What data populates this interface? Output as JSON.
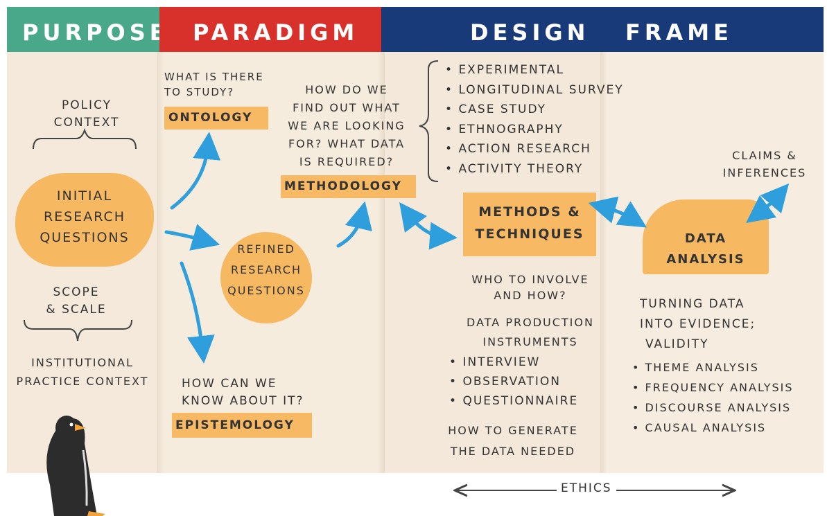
{
  "headers": {
    "purpose": "PURPOSE",
    "paradigm": "PARADIGM",
    "design": "DESIGN",
    "frame": "FRAME"
  },
  "purpose": {
    "policy": [
      "POLICY",
      "CONTEXT"
    ],
    "initial": [
      "INITIAL",
      "RESEARCH",
      "QUESTIONS"
    ],
    "scope": [
      "SCOPE",
      "& SCALE"
    ],
    "institutional": [
      "INSTITUTIONAL",
      "PRACTICE CONTEXT"
    ]
  },
  "paradigm": {
    "what_is_there": [
      "WHAT IS THERE",
      "TO STUDY?"
    ],
    "ontology": "ONTOLOGY",
    "refined": [
      "REFINED",
      "RESEARCH",
      "QUESTIONS"
    ],
    "how_know": [
      "HOW CAN WE",
      "KNOW ABOUT IT?"
    ],
    "epistemology": "EPISTEMOLOGY"
  },
  "design": {
    "how_find": [
      "HOW DO WE",
      "FIND OUT WHAT",
      "WE ARE LOOKING",
      "FOR? WHAT DATA",
      "IS REQUIRED?"
    ],
    "methodology": "METHODOLOGY",
    "designs": [
      "EXPERIMENTAL",
      "LONGITUDINAL SURVEY",
      "CASE STUDY",
      "ETHNOGRAPHY",
      "ACTION RESEARCH",
      "ACTIVITY THEORY"
    ],
    "methods": [
      "METHODS &",
      "TECHNIQUES"
    ],
    "who": [
      "WHO TO INVOLVE",
      "AND HOW?"
    ],
    "instruments": [
      "DATA PRODUCTION",
      "INSTRUMENTS"
    ],
    "instrument_list": [
      "INTERVIEW",
      "OBSERVATION",
      "QUESTIONNAIRE"
    ],
    "generate": [
      "HOW TO GENERATE",
      "THE DATA NEEDED"
    ],
    "ethics": "ETHICS"
  },
  "frame": {
    "claims": [
      "CLAIMS &",
      "INFERENCES"
    ],
    "data_analysis": [
      "DATA",
      "ANALYSIS"
    ],
    "turning": [
      "TURNING DATA",
      "INTO EVIDENCE;",
      "VALIDITY"
    ],
    "analyses": [
      "THEME ANALYSIS",
      "FREQUENCY ANALYSIS",
      "DISCOURSE ANALYSIS",
      "CAUSAL ANALYSIS"
    ]
  },
  "colors": {
    "purpose_header": "#4aa88a",
    "paradigm_header": "#d8312b",
    "design_header": "#183a79",
    "highlight": "#f7b964",
    "arrow": "#2e9fdc",
    "paper": "#f4e9da"
  },
  "icons": [
    "penguin-icon",
    "arrow-icon",
    "brace-icon"
  ]
}
